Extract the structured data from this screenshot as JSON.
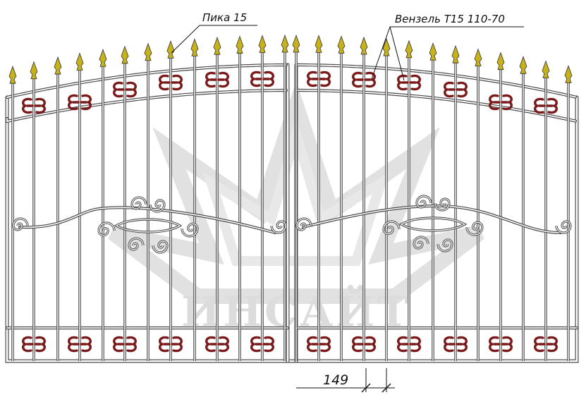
{
  "drawing": {
    "callouts": {
      "spear": "Пика 15",
      "monogram": "Вензель Т15 110-70"
    },
    "dimension": "149",
    "watermark": "ИНСАЙТ"
  },
  "colors": {
    "metal": "#4a4a4a",
    "metal_light": "#8e8e8e",
    "monogram_fill": "#7a1a1a",
    "spear_fill": "#c7b21a",
    "watermark": "#d9d9d9"
  },
  "icons": {
    "spear": "spear-finial-icon",
    "monogram": "monogram-scroll-icon",
    "scroll": "decorative-scroll-icon"
  }
}
